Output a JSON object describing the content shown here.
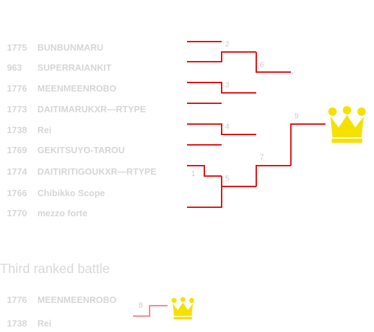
{
  "entries": [
    {
      "seed": "1775",
      "name": "BUNBUNMARU"
    },
    {
      "seed": "963",
      "name": "SUPERRAIANKIT"
    },
    {
      "seed": "1776",
      "name": "MEENMEENROBO"
    },
    {
      "seed": "1773",
      "name": "DAITIMARUKXR―RTYPE"
    },
    {
      "seed": "1738",
      "name": "Rei"
    },
    {
      "seed": "1769",
      "name": "GEKITSUYO-TAROU"
    },
    {
      "seed": "1774",
      "name": "DAITIRITIGOUKXR―RTYPE"
    },
    {
      "seed": "1766",
      "name": "Chibikko Scope"
    },
    {
      "seed": "1770",
      "name": "mezzo forte"
    }
  ],
  "matches": [
    "1",
    "2",
    "3",
    "4",
    "5",
    "6",
    "7",
    "8",
    "9"
  ],
  "third_place": {
    "title": "Third ranked battle",
    "entries": [
      {
        "seed": "1776",
        "name": "MEENMEENROBO"
      },
      {
        "seed": "1738",
        "name": "Rei"
      }
    ]
  },
  "colors": {
    "line_red": "#dd1111",
    "line_light_red": "#f08a8a",
    "crown_yellow": "#f5e100",
    "text_grey": "#d6d6d6"
  },
  "icons": [
    "crown-icon"
  ]
}
